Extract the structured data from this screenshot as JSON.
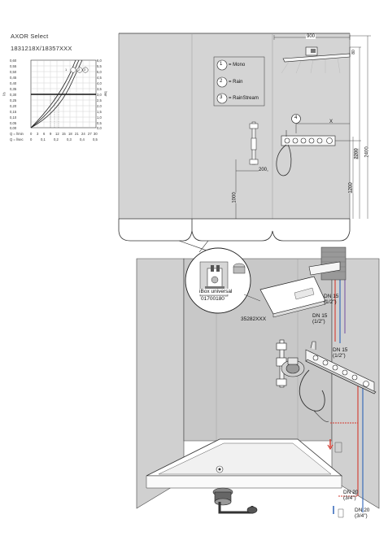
{
  "header": {
    "brand": "AXOR Select",
    "article_numbers": "1831218X/18357XXX"
  },
  "chart": {
    "y_left_unit": "l/s",
    "y_right_unit": "bar",
    "y_left_ticks": [
      "0,60",
      "0,55",
      "0,50",
      "0,45",
      "0,40",
      "0,35",
      "0,30",
      "0,25",
      "0,20",
      "0,15",
      "0,10",
      "0,05",
      "0,00"
    ],
    "y_right_ticks": [
      "6,0",
      "5,5",
      "5,0",
      "4,5",
      "4,0",
      "3,5",
      "3,0",
      "2,5",
      "2,0",
      "1,5",
      "1,0",
      "0,5",
      "0,0"
    ],
    "x_row1_label": "Q = l/min",
    "x_row1_ticks": [
      "0",
      "3",
      "6",
      "9",
      "12",
      "15",
      "18",
      "21",
      "24",
      "27",
      "30"
    ],
    "x_row2_label": "Q = l/sec",
    "x_row2_ticks": [
      "0",
      "0,1",
      "0,2",
      "0,3",
      "0,4",
      "0,5"
    ],
    "curve_labels": [
      "1",
      "2",
      "3"
    ]
  },
  "legend": {
    "items": [
      {
        "num": "1",
        "label": "= Mono"
      },
      {
        "num": "2",
        "label": "= Rain"
      },
      {
        "num": "3",
        "label": "= RainStream"
      }
    ]
  },
  "dimensions": {
    "width_top": "900",
    "head_height": "80",
    "offset_x": "X",
    "hose_offset": "200",
    "total_2200": "2200",
    "total_2400": "2400",
    "mixer_1200": "1200",
    "outlet_1000": "1000",
    "callout_4": "4"
  },
  "iso": {
    "ibox_label": "iBox universal",
    "ibox_number": "01700180",
    "product_number": "35282XXX",
    "dn15_a": "DN 15",
    "dn15_a_inch": "(1/2\")",
    "dn15_b": "DN 15",
    "dn15_b_inch": "(1/2\")",
    "dn15_c": "DN 15",
    "dn15_c_inch": "(1/2\")",
    "dn20_a": "DN 20",
    "dn20_a_inch": "(3/4\")",
    "dn20_b": "DN 20",
    "dn20_b_inch": "(3/4\")"
  },
  "colors": {
    "wall": "#d4d4d4",
    "wall_dark": "#bdbdbd",
    "floor_line": "#333333",
    "hot": "#d33a2f",
    "cold": "#2e63b8",
    "pipe_purple": "#7a5aa6"
  }
}
